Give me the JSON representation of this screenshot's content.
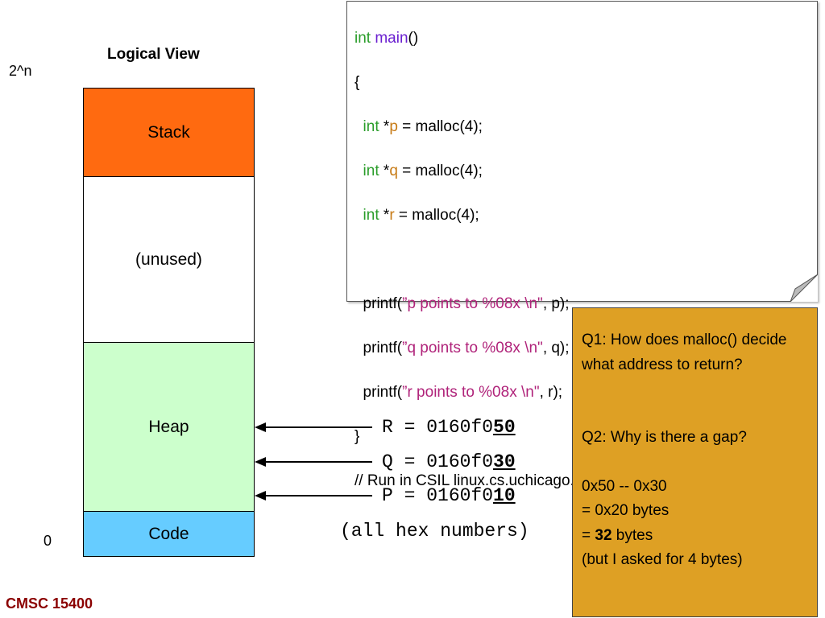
{
  "logical_view": {
    "title": "Logical View",
    "top_address": "2^n",
    "bottom_address": "0",
    "segments": {
      "stack": "Stack",
      "unused": "(unused)",
      "heap": "Heap",
      "code": "Code"
    }
  },
  "code": {
    "lines": [
      [
        "int",
        " ",
        "main",
        "()"
      ],
      [
        "{"
      ],
      [
        "  int",
        " *",
        "p",
        " = malloc(4);"
      ],
      [
        "  int",
        " *",
        "q",
        " = malloc(4);"
      ],
      [
        "  int",
        " *",
        "r",
        " = malloc(4);"
      ],
      [
        ""
      ],
      [
        "  printf(",
        "”p points to %08x \\n\"",
        ", p);"
      ],
      [
        "  printf(",
        "”q points to %08x \\n\"",
        ", q);"
      ],
      [
        "  printf(",
        "”r points to %08x \\n\"",
        ", r);"
      ],
      [
        "}"
      ],
      [
        "// Run in CSIL linux.cs.uchicago.edu"
      ]
    ]
  },
  "pointers": [
    {
      "name": "R",
      "prefix": "R = 0160f0",
      "suffix": "50"
    },
    {
      "name": "Q",
      "prefix": "Q = 0160f0",
      "suffix": "30"
    },
    {
      "name": "P",
      "prefix": "P = 0160f0",
      "suffix": "10"
    }
  ],
  "hex_note": "(all hex numbers)",
  "questions": {
    "q1": "Q1: How does malloc() decide what address to return?",
    "q2": "Q2: Why is there a gap?",
    "calc1": "0x50 -- 0x30",
    "calc2": "= 0x20 bytes",
    "calc3_prefix": "= ",
    "calc3_bold": "32",
    "calc3_suffix": " bytes",
    "calc4": "(but I asked for 4 bytes)"
  },
  "footer": "CMSC 15400",
  "colors": {
    "stack": "#ff6a10",
    "heap": "#ccffcc",
    "code": "#66ccff",
    "question_box": "#dea024",
    "keyword": "#2a9d2a",
    "function": "#6a1fd0",
    "variable": "#c77b16",
    "string": "#b0237a"
  }
}
